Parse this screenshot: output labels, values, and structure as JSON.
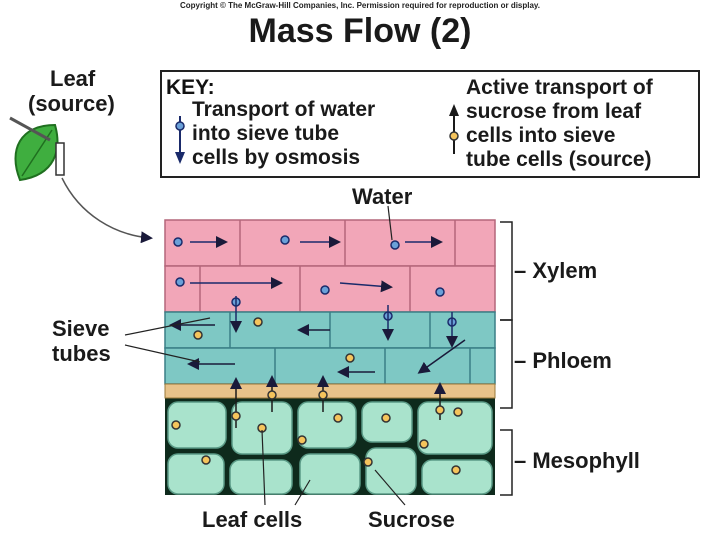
{
  "copyright": "Copyright © The McGraw-Hill Companies, Inc. Permission required for reproduction or display.",
  "title": "Mass Flow (2)",
  "key": {
    "heading": "KEY:",
    "water_lines": [
      "Transport of water",
      "into sieve tube",
      "cells by osmosis"
    ],
    "sucrose_lines": [
      "Active transport of",
      "sucrose from leaf",
      "cells into sieve",
      "tube cells (source)"
    ]
  },
  "labels": {
    "leaf_source": [
      "Leaf",
      "(source)"
    ],
    "water": "Water",
    "xylem": "– Xylem",
    "sieve_tubes": [
      "Sieve",
      "tubes"
    ],
    "phloem": "– Phloem",
    "mesophyll": "– Mesophyll",
    "leaf_cells": "Leaf cells",
    "sucrose": "Sucrose"
  },
  "colors": {
    "xylem": "#f2a6b8",
    "phloem": "#7ec8c4",
    "mesophyll": "#a9e3cc",
    "gap": "#0e2a1c",
    "sucrose": "#f5c45c",
    "water": "#6aa0d8",
    "leaf": "#3fae3f"
  }
}
